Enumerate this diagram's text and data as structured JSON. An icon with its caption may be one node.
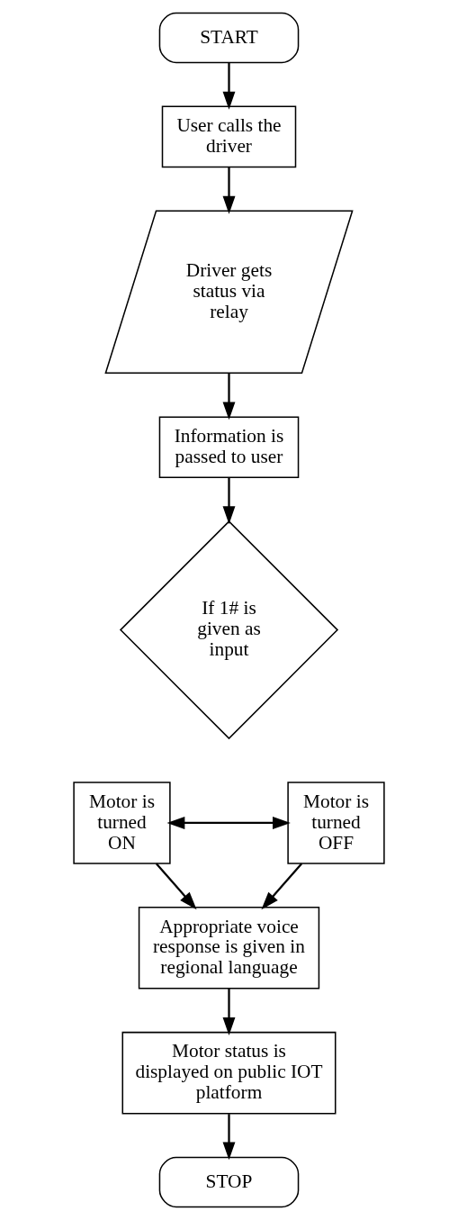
{
  "diagram": {
    "nodes": [
      {
        "text": [
          "START"
        ]
      },
      {
        "text": [
          "User calls the driver"
        ]
      },
      {
        "text": [
          "Driver gets status via relay"
        ]
      },
      {
        "text": [
          "Information is passed to user"
        ]
      },
      {
        "text": [
          "If 1# is given as input"
        ]
      },
      {
        "text": [
          "Motor is turned ON"
        ]
      },
      {
        "text": [
          "Motor is turned OFF"
        ]
      },
      {
        "text": [
          "Appropriate voice response is given in regional language"
        ]
      },
      {
        "text": [
          "Motor status is displayed on public IOT platform"
        ]
      },
      {
        "text": [
          "STOP"
        ]
      }
    ],
    "edges": [
      {
        "from": 0,
        "to": 1,
        "arrow": "to"
      },
      {
        "from": 1,
        "to": 2,
        "arrow": "to"
      },
      {
        "from": 2,
        "to": 3,
        "arrow": "to"
      },
      {
        "from": 3,
        "to": 4,
        "arrow": "to"
      },
      {
        "from": 5,
        "to": 6,
        "arrow": "both"
      },
      {
        "from": 5,
        "to": 7,
        "arrow": "to"
      },
      {
        "from": 6,
        "to": 7,
        "arrow": "to"
      },
      {
        "from": 7,
        "to": 8,
        "arrow": "to"
      },
      {
        "from": 8,
        "to": 9,
        "arrow": "to"
      }
    ]
  }
}
